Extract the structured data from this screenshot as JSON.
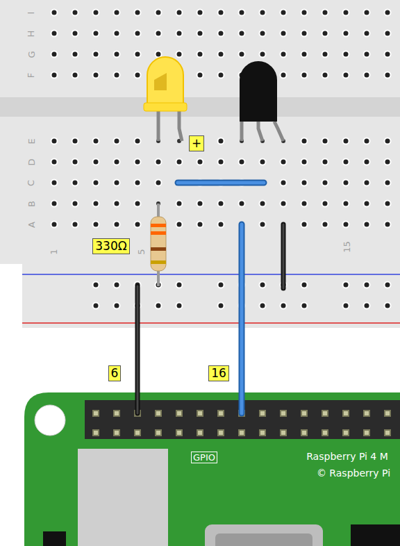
{
  "diagram": {
    "labels": [
      "I",
      "H",
      "G",
      "F",
      "E",
      "D",
      "C",
      "B",
      "A",
      "1",
      "5",
      "15",
      "+",
      "330Ω",
      "6",
      "16",
      "GPIO",
      "Raspberry Pi 4 M",
      "© Raspberry Pi"
    ]
  }
}
